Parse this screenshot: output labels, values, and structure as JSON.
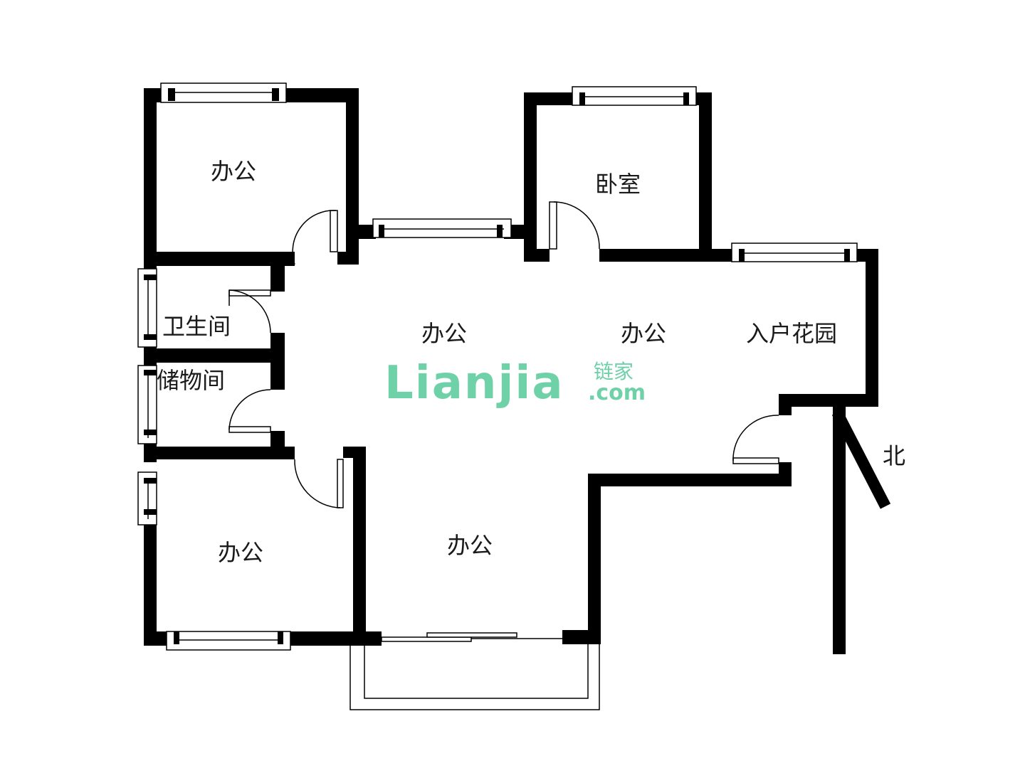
{
  "rooms": {
    "office_top_left": "办公",
    "bedroom": "卧室",
    "bathroom": "卫生间",
    "storage": "储物间",
    "office_center_left": "办公",
    "office_center_right": "办公",
    "entry_garden": "入户花园",
    "office_bottom_left": "办公",
    "office_bottom_center": "办公"
  },
  "compass": {
    "north_label": "北"
  },
  "watermark": {
    "brand": "Lianjia",
    "brand_cn": "链家",
    "domain": ".com",
    "color": "#6fd1a8"
  }
}
